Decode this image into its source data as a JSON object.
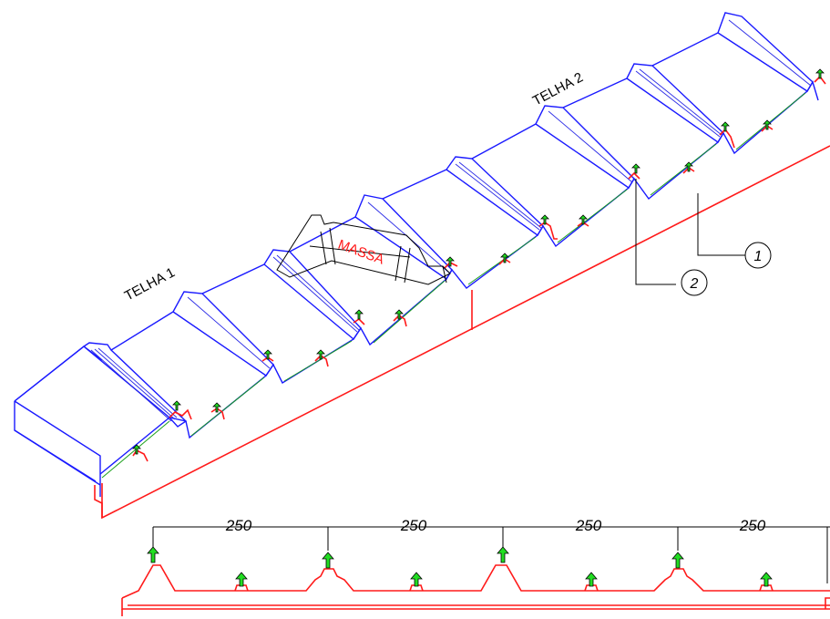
{
  "labels": {
    "telha1": "TELHA 1",
    "telha2": "TELHA 2",
    "massa": "MASSA"
  },
  "callouts": [
    {
      "id": "callout-1",
      "text": "1"
    },
    {
      "id": "callout-2",
      "text": "2"
    }
  ],
  "dimensions": [
    "250",
    "250",
    "250",
    "250"
  ],
  "colors": {
    "outline": "#1a1aff",
    "section": "#ff1a1a",
    "fastener": "#22dd22",
    "text_red": "#ff1a1a"
  }
}
